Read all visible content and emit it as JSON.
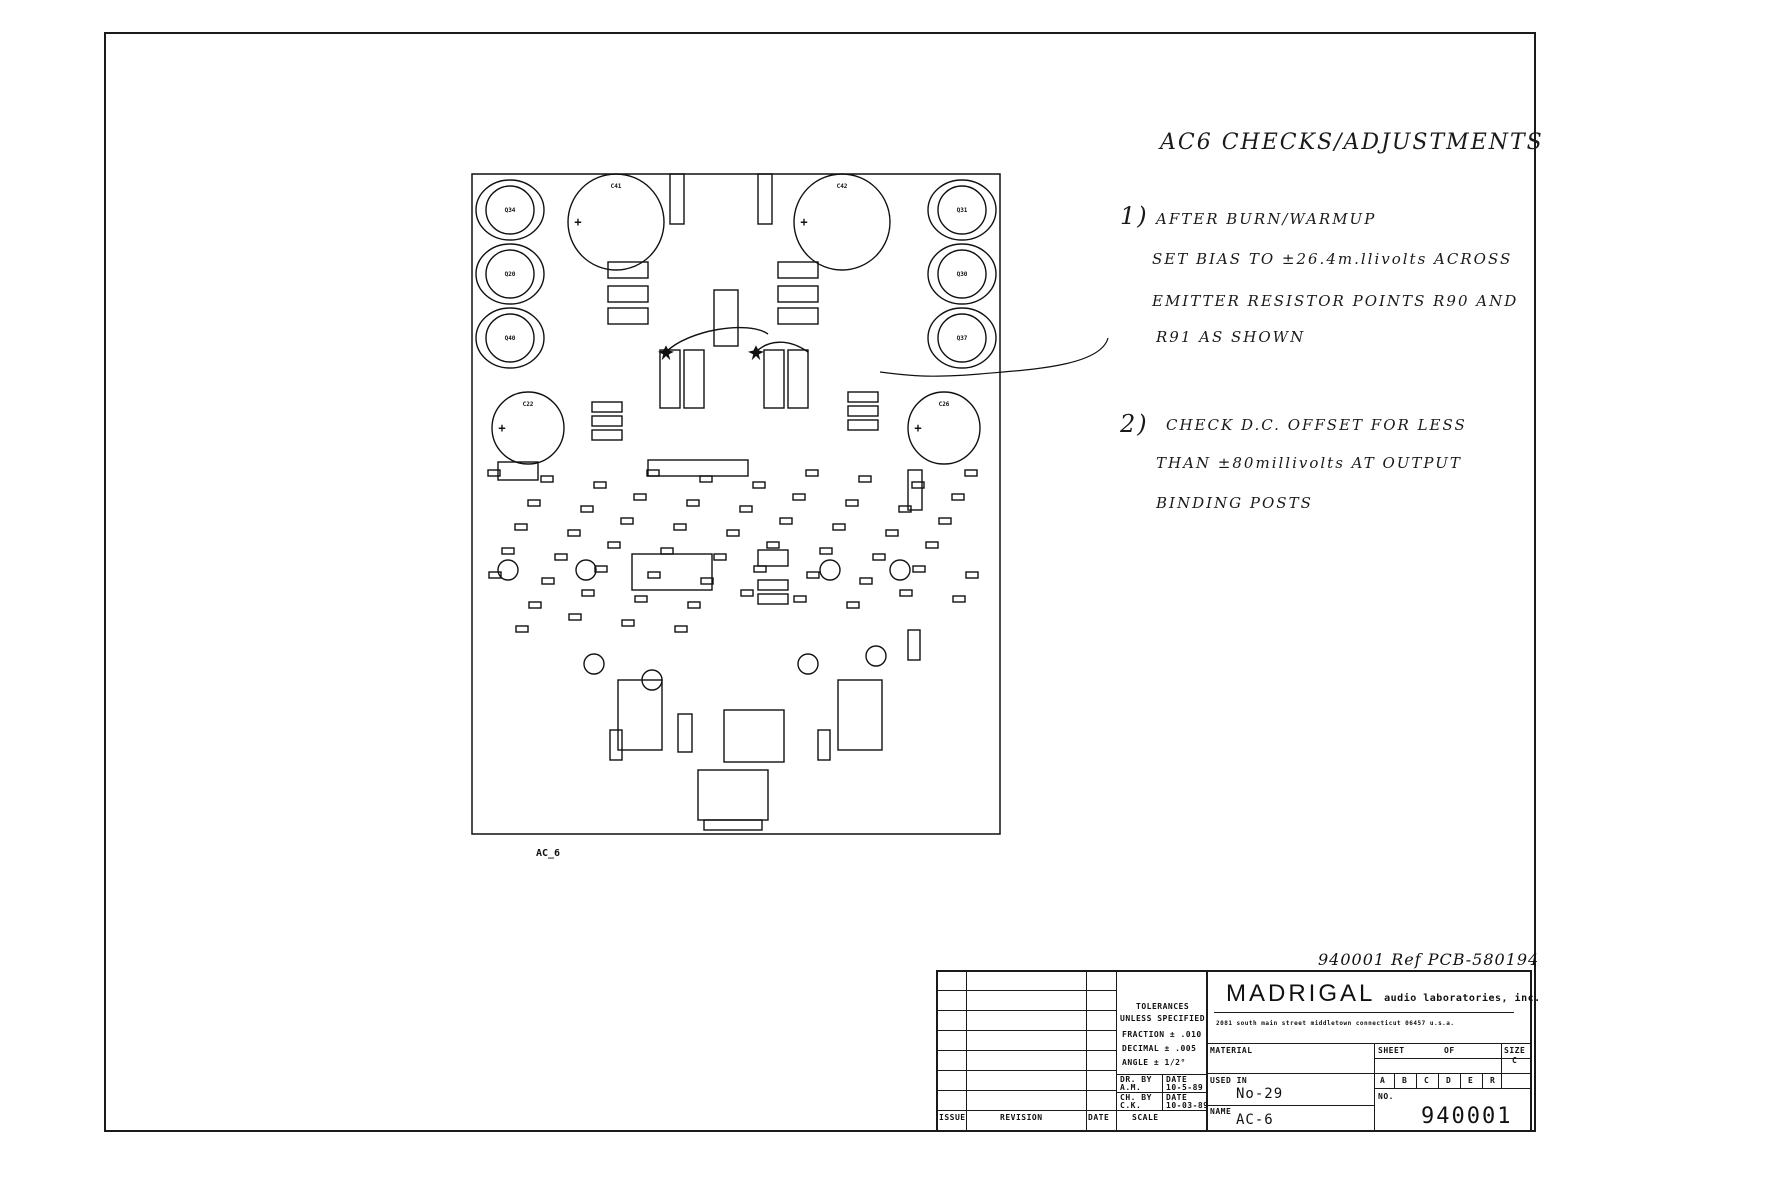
{
  "pcb": {
    "label": "AC_6",
    "capacitors": [
      "C41",
      "C42",
      "C22",
      "C26"
    ],
    "transistors": [
      "Q34",
      "Q20",
      "Q40",
      "Q31",
      "Q30",
      "Q37"
    ]
  },
  "notes": {
    "title": "AC6 CHECKS/ADJUSTMENTS",
    "step1": {
      "number": "1)",
      "lines": [
        "AFTER BURN/WARMUP",
        "SET BIAS TO ±26.4m.llivolts ACROSS",
        "EMITTER RESISTOR POINTS R90 AND",
        "R91 AS SHOWN"
      ]
    },
    "step2": {
      "number": "2)",
      "lines": [
        "CHECK D.C. OFFSET FOR LESS",
        "THAN ±80millivolts AT OUTPUT",
        "BINDING POSTS"
      ]
    }
  },
  "reference": "940001 Ref PCB-580194",
  "title_block": {
    "tolerances_heading": "TOLERANCES",
    "unless_specified": "UNLESS SPECIFIED",
    "fraction": "FRACTION ± .010",
    "decimal": "DECIMAL ± .005",
    "angle": "ANGLE ± 1/2°",
    "dr_by": "DR. BY",
    "dr_by_value": "A.M.",
    "date_label": "DATE",
    "dr_date": "10-5-89",
    "ch_by": "CH. BY",
    "ch_by_value": "C.K.",
    "ch_date": "10-03-89",
    "scale_label": "SCALE",
    "issue_label": "ISSUE",
    "revision_label": "REVISION",
    "date_col_label": "DATE",
    "company": "MADRIGAL",
    "company_sub": "audio laboratories, inc.",
    "address": "2081 south main street middletown connecticut 06457 u.s.a.",
    "material_label": "MATERIAL",
    "used_in_label": "USED IN",
    "used_in_value": "No-29",
    "name_label": "NAME",
    "name_value": "AC-6",
    "sheet_label": "SHEET",
    "of_label": "OF",
    "size_label": "SIZE",
    "size_value": "C",
    "rev_letters": [
      "A",
      "B",
      "C",
      "D",
      "E",
      "R"
    ],
    "no_label": "NO.",
    "drawing_number": "940001"
  }
}
